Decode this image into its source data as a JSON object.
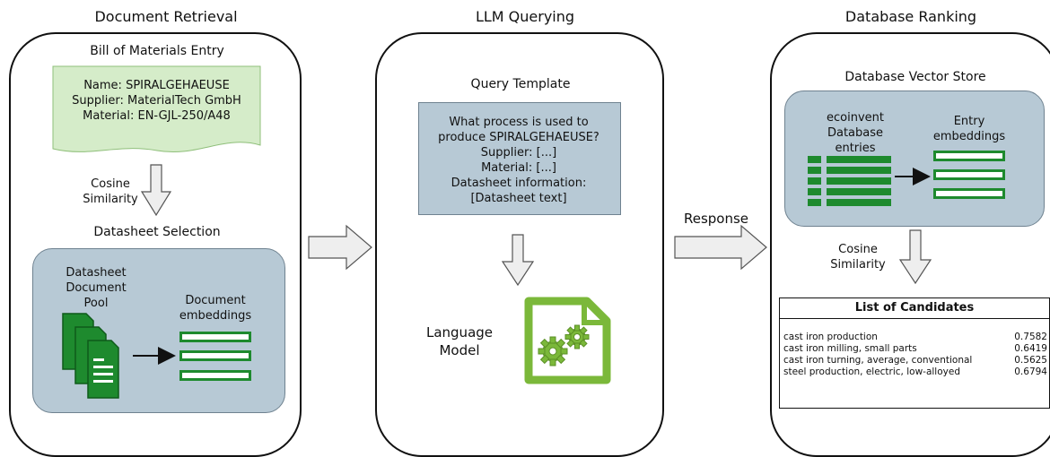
{
  "sections": {
    "retrieval": "Document Retrieval",
    "querying": "LLM Querying",
    "ranking": "Database Ranking"
  },
  "bom": {
    "title": "Bill of Materials Entry",
    "name": "Name: SPIRALGEHAEUSE",
    "supplier": "Supplier: MaterialTech GmbH",
    "material": "Material: EN-GJL-250/A48"
  },
  "cosine1": {
    "line1": "Cosine",
    "line2": "Similarity"
  },
  "datasheet": {
    "title": "Datasheet Selection",
    "pool_line1": "Datasheet",
    "pool_line2": "Document",
    "pool_line3": "Pool",
    "emb_line1": "Document",
    "emb_line2": "embeddings"
  },
  "query": {
    "title": "Query Template",
    "lines": [
      "What process is used to",
      "produce SPIRALGEHAEUSE?",
      "Supplier: [...]",
      "Material: [...]",
      "Datasheet information:",
      "[Datasheet text]"
    ]
  },
  "model": {
    "line1": "Language",
    "line2": "Model"
  },
  "response": "Response",
  "vector_store": {
    "title": "Database Vector Store",
    "db_line1": "ecoinvent",
    "db_line2": "Database",
    "db_line3": "entries",
    "emb_line1": "Entry",
    "emb_line2": "embeddings"
  },
  "cosine2": {
    "line1": "Cosine",
    "line2": "Similarity"
  },
  "candidates": {
    "title": "List of Candidates",
    "rows": [
      {
        "name": "cast iron production",
        "score": "0.7582"
      },
      {
        "name": "cast iron milling, small parts",
        "score": "0.6419"
      },
      {
        "name": "cast iron turning, average, conventional",
        "score": "0.5625"
      },
      {
        "name": "steel production, electric, low-alloyed",
        "score": "0.6794"
      }
    ]
  },
  "colors": {
    "green": "#1e8a2e",
    "blue_fill": "#b7c9d5",
    "bom_fill": "#d5ecc9"
  }
}
